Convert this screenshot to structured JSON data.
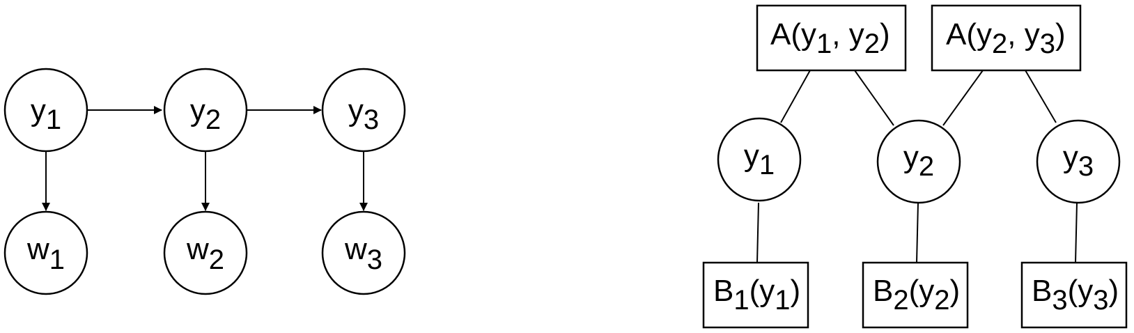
{
  "left_graph": {
    "hidden_nodes": [
      {
        "id": "y1",
        "label": {
          "base": "y",
          "sub": "1"
        }
      },
      {
        "id": "y2",
        "label": {
          "base": "y",
          "sub": "2"
        }
      },
      {
        "id": "y3",
        "label": {
          "base": "y",
          "sub": "3"
        }
      }
    ],
    "observed_nodes": [
      {
        "id": "w1",
        "label": {
          "base": "w",
          "sub": "1"
        }
      },
      {
        "id": "w2",
        "label": {
          "base": "w",
          "sub": "2"
        }
      },
      {
        "id": "w3",
        "label": {
          "base": "w",
          "sub": "3"
        }
      }
    ],
    "edges": [
      {
        "from": "y1",
        "to": "y2"
      },
      {
        "from": "y2",
        "to": "y3"
      },
      {
        "from": "y1",
        "to": "w1"
      },
      {
        "from": "y2",
        "to": "w2"
      },
      {
        "from": "y3",
        "to": "w3"
      }
    ]
  },
  "right_graph": {
    "variable_nodes": [
      {
        "id": "y1",
        "label": {
          "base": "y",
          "sub": "1"
        }
      },
      {
        "id": "y2",
        "label": {
          "base": "y",
          "sub": "2"
        }
      },
      {
        "id": "y3",
        "label": {
          "base": "y",
          "sub": "3"
        }
      }
    ],
    "pair_factors": [
      {
        "id": "A12",
        "label": {
          "pre": "A(y",
          "s1": "1",
          "mid": ", y",
          "s2": "2",
          "post": ")"
        }
      },
      {
        "id": "A23",
        "label": {
          "pre": "A(y",
          "s1": "2",
          "mid": ", y",
          "s2": "3",
          "post": ")"
        }
      }
    ],
    "unary_factors": [
      {
        "id": "B1",
        "label": {
          "pre": "B",
          "s1": "1",
          "mid": "(y",
          "s2": "1",
          "post": ")"
        }
      },
      {
        "id": "B2",
        "label": {
          "pre": "B",
          "s1": "2",
          "mid": "(y",
          "s2": "2",
          "post": ")"
        }
      },
      {
        "id": "B3",
        "label": {
          "pre": "B",
          "s1": "3",
          "mid": "(y",
          "s2": "3",
          "post": ")"
        }
      }
    ],
    "edges": [
      {
        "from": "A12",
        "to": "y1"
      },
      {
        "from": "A12",
        "to": "y2"
      },
      {
        "from": "A23",
        "to": "y2"
      },
      {
        "from": "A23",
        "to": "y3"
      },
      {
        "from": "B1",
        "to": "y1"
      },
      {
        "from": "B2",
        "to": "y2"
      },
      {
        "from": "B3",
        "to": "y3"
      }
    ]
  }
}
